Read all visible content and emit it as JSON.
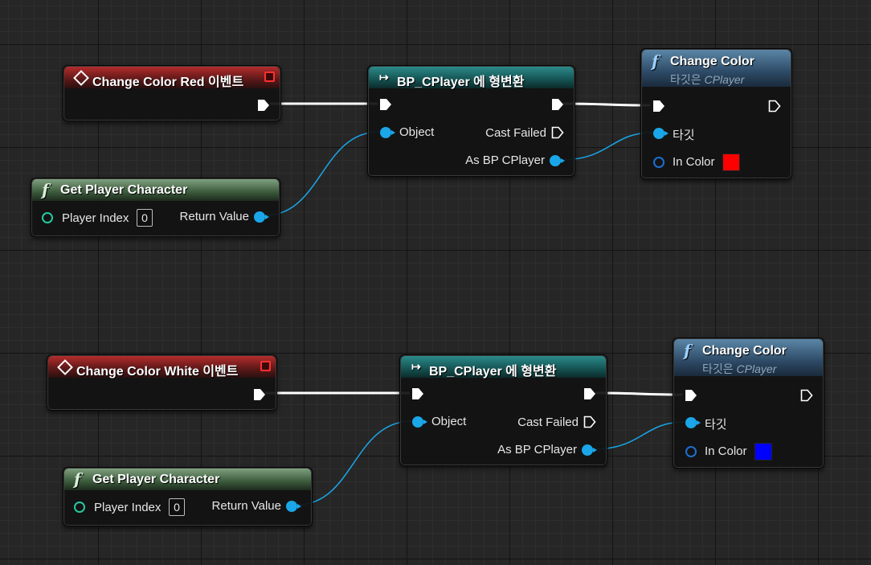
{
  "graph_top": {
    "event": {
      "title": "Change Color Red 이벤트"
    },
    "get_player": {
      "title": "Get Player Character",
      "player_index_label": "Player Index",
      "player_index_value": "0",
      "return_label": "Return Value"
    },
    "cast": {
      "title": "BP_CPlayer 에 형변환",
      "object_label": "Object",
      "cast_failed_label": "Cast Failed",
      "as_label": "As BP CPlayer"
    },
    "change_color": {
      "title": "Change Color",
      "subtitle_prefix": "타깃은 ",
      "subtitle_class": "CPlayer",
      "target_label": "타깃",
      "in_color_label": "In Color",
      "in_color": "#ff0000"
    }
  },
  "graph_bottom": {
    "event": {
      "title": "Change Color White 이벤트"
    },
    "get_player": {
      "title": "Get Player Character",
      "player_index_label": "Player Index",
      "player_index_value": "0",
      "return_label": "Return Value"
    },
    "cast": {
      "title": "BP_CPlayer 에 형변환",
      "object_label": "Object",
      "cast_failed_label": "Cast Failed",
      "as_label": "As BP CPlayer"
    },
    "change_color": {
      "title": "Change Color",
      "subtitle_prefix": "타깃은 ",
      "subtitle_class": "CPlayer",
      "target_label": "타깃",
      "in_color_label": "In Color",
      "in_color": "#0000ff"
    }
  },
  "colors": {
    "event_header": "#b52c2c",
    "function_header": "#3b5a3b",
    "cast_header": "#155252",
    "call_header": "#2d4a66",
    "object_pin": "#1aa6e8",
    "exec_wire": "#ffffff"
  }
}
